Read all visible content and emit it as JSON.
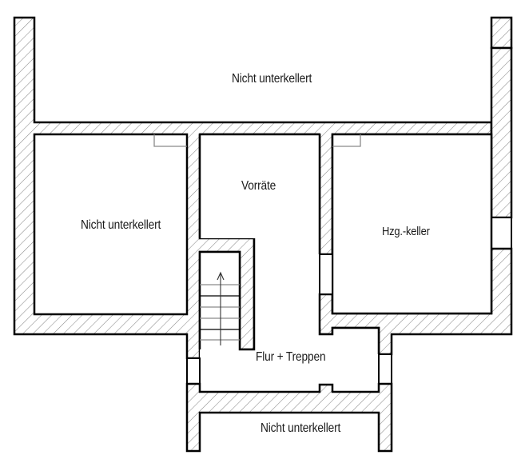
{
  "plan": {
    "type": "basement floor plan",
    "colors": {
      "wall_outline": "#000000",
      "hatch": "#8a8a8a",
      "background": "#ffffff",
      "text": "#1a1a1a"
    },
    "rooms": [
      {
        "id": "top",
        "label": "Nicht unterkellert"
      },
      {
        "id": "left",
        "label": "Nicht unterkellert"
      },
      {
        "id": "storage",
        "label": "Vorräte"
      },
      {
        "id": "heating",
        "label": "Hzg.-keller"
      },
      {
        "id": "hall",
        "label": "Flur + Treppen"
      },
      {
        "id": "bottom",
        "label": "Nicht unterkellert"
      }
    ],
    "stairs": {
      "steps": 6,
      "direction": "up"
    }
  }
}
